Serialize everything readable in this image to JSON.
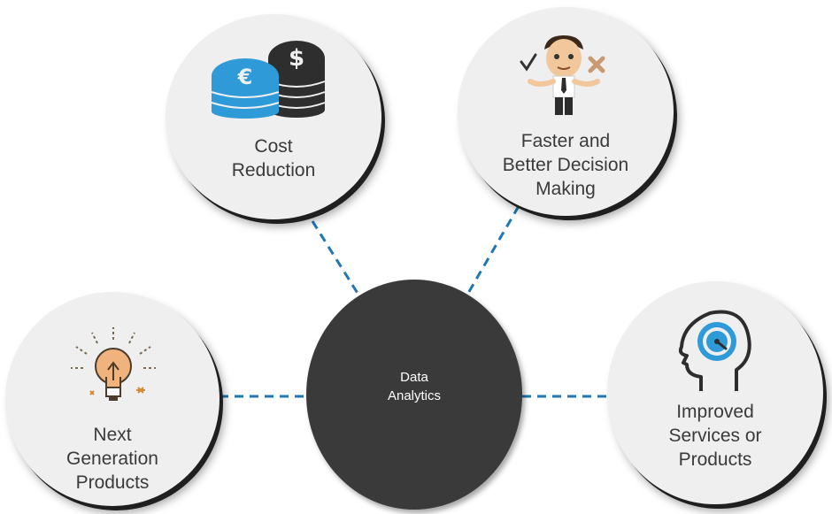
{
  "center": {
    "label": "Data\nAnalytics"
  },
  "nodes": {
    "cost_reduction": {
      "label": "Cost\nReduction",
      "icon": "coins-icon"
    },
    "decision_making": {
      "label": "Faster and\nBetter Decision\nMaking",
      "icon": "decision-maker-icon"
    },
    "next_generation": {
      "label": "Next\nGeneration\nProducts",
      "icon": "lightbulb-icon"
    },
    "improved_services": {
      "label": "Improved\nServices or\nProducts",
      "icon": "head-gauge-icon"
    }
  },
  "colors": {
    "connector": "#1f77b4",
    "center": "#3a3a3a",
    "node_fill": "#efefef",
    "euro_coin": "#2e9ad8",
    "dollar_coin": "#2e2e2e"
  }
}
